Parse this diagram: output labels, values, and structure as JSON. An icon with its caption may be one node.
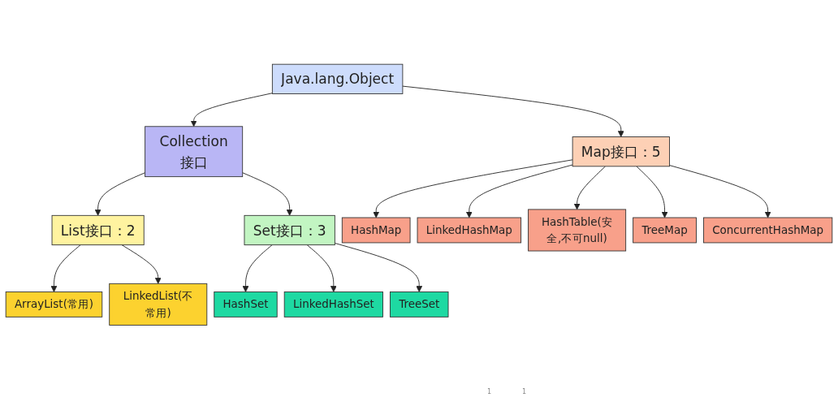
{
  "diagram": {
    "nodes": [
      {
        "text": [
          "Java.lang.Object"
        ]
      },
      {
        "text": [
          "Map接口：5"
        ]
      },
      {
        "text": [
          "Collection接口"
        ]
      },
      {
        "text": [
          "List接口：2"
        ]
      },
      {
        "text": [
          "Set接口：3"
        ]
      },
      {
        "text": [
          "HashMap"
        ]
      },
      {
        "text": [
          "LinkedHashMap"
        ]
      },
      {
        "text": [
          "HashTable(安全,不可null)"
        ]
      },
      {
        "text": [
          "TreeMap"
        ]
      },
      {
        "text": [
          "ConcurrentHashMap"
        ]
      },
      {
        "text": [
          "ArrayList(常用)"
        ]
      },
      {
        "text": [
          "LinkedList(不常用)"
        ]
      },
      {
        "text": [
          "HashSet"
        ]
      },
      {
        "text": [
          "LinkedHashSet"
        ]
      },
      {
        "text": [
          "TreeSet"
        ]
      }
    ],
    "edges": [
      {
        "from": 0,
        "to": 1,
        "arrow": "to"
      },
      {
        "from": 0,
        "to": 2,
        "arrow": "to"
      },
      {
        "from": 2,
        "to": 3,
        "arrow": "to"
      },
      {
        "from": 2,
        "to": 4,
        "arrow": "to"
      },
      {
        "from": 1,
        "to": 5,
        "arrow": "to"
      },
      {
        "from": 1,
        "to": 6,
        "arrow": "to"
      },
      {
        "from": 1,
        "to": 7,
        "arrow": "to"
      },
      {
        "from": 1,
        "to": 8,
        "arrow": "to"
      },
      {
        "from": 1,
        "to": 9,
        "arrow": "to"
      },
      {
        "from": 3,
        "to": 10,
        "arrow": "to"
      },
      {
        "from": 3,
        "to": 11,
        "arrow": "to"
      },
      {
        "from": 4,
        "to": 12,
        "arrow": "to"
      },
      {
        "from": 4,
        "to": 13,
        "arrow": "to"
      },
      {
        "from": 4,
        "to": 14,
        "arrow": "to"
      }
    ],
    "labels": [
      "1",
      "1"
    ]
  }
}
